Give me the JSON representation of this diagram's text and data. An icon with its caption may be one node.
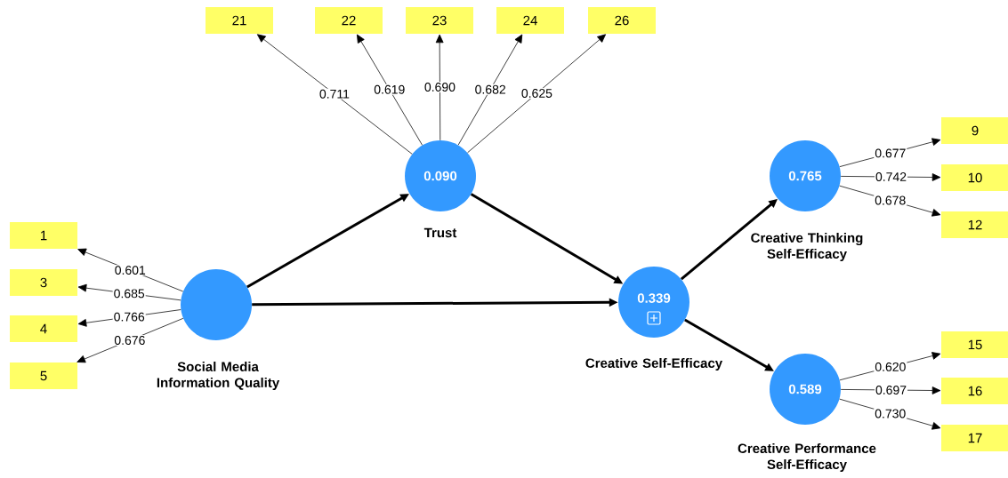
{
  "diagram": {
    "nodes": [
      {
        "text": [],
        "shape": "circle",
        "beside": [
          "Social Media Information Quality"
        ]
      },
      {
        "text": [
          "0.090"
        ],
        "beside": [
          "Trust"
        ]
      },
      {
        "text": [
          "0.339"
        ],
        "beside": [
          "Creative Self-Efficacy"
        ]
      },
      {
        "text": [
          "0.765"
        ],
        "beside": [
          "Creative Thinking Self-Efficacy"
        ]
      },
      {
        "text": [
          "0.589"
        ],
        "beside": [
          "Creative Performance Self-Efficacy"
        ]
      },
      {
        "text": [
          "1"
        ]
      },
      {
        "text": [
          "3"
        ]
      },
      {
        "text": [
          "4"
        ]
      },
      {
        "text": [
          "5"
        ]
      },
      {
        "text": [
          "21"
        ]
      },
      {
        "text": [
          "22"
        ]
      },
      {
        "text": [
          "23"
        ]
      },
      {
        "text": [
          "24"
        ]
      },
      {
        "text": [
          "26"
        ]
      },
      {
        "text": [
          "9"
        ]
      },
      {
        "text": [
          "10"
        ]
      },
      {
        "text": [
          "12"
        ]
      },
      {
        "text": [
          "15"
        ]
      },
      {
        "text": [
          "16"
        ]
      },
      {
        "text": [
          "17"
        ]
      }
    ],
    "edges": [
      {
        "from": 0,
        "to": 1,
        "arrow": "to",
        "style": "thick"
      },
      {
        "from": 0,
        "to": 2,
        "arrow": "to",
        "style": "thick"
      },
      {
        "from": 1,
        "to": 2,
        "arrow": "to",
        "style": "thick"
      },
      {
        "from": 2,
        "to": 3,
        "arrow": "to",
        "style": "thick"
      },
      {
        "from": 2,
        "to": 4,
        "arrow": "to",
        "style": "thick"
      },
      {
        "from": 0,
        "to": 5,
        "arrow": "to",
        "label": "0.601"
      },
      {
        "from": 0,
        "to": 6,
        "arrow": "to",
        "label": "0.685"
      },
      {
        "from": 0,
        "to": 7,
        "arrow": "to",
        "label": "0.766"
      },
      {
        "from": 0,
        "to": 8,
        "arrow": "to",
        "label": "0.676"
      },
      {
        "from": 1,
        "to": 9,
        "arrow": "to",
        "label": "0.711"
      },
      {
        "from": 1,
        "to": 10,
        "arrow": "to",
        "label": "0.619"
      },
      {
        "from": 1,
        "to": 11,
        "arrow": "to",
        "label": "0.690"
      },
      {
        "from": 1,
        "to": 12,
        "arrow": "to",
        "label": "0.682"
      },
      {
        "from": 1,
        "to": 13,
        "arrow": "to",
        "label": "0.625"
      },
      {
        "from": 3,
        "to": 14,
        "arrow": "to",
        "label": "0.677"
      },
      {
        "from": 3,
        "to": 15,
        "arrow": "to",
        "label": "0.742"
      },
      {
        "from": 3,
        "to": 16,
        "arrow": "to",
        "label": "0.678"
      },
      {
        "from": 4,
        "to": 17,
        "arrow": "to",
        "label": "0.620"
      },
      {
        "from": 4,
        "to": 18,
        "arrow": "to",
        "label": "0.697"
      },
      {
        "from": 4,
        "to": 19,
        "arrow": "to",
        "label": "0.730"
      }
    ]
  }
}
